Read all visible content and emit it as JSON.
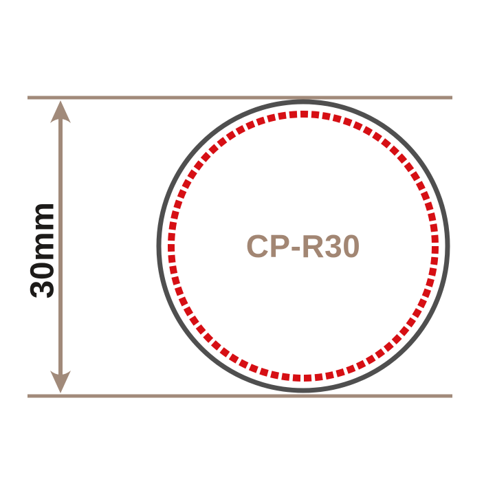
{
  "diagram": {
    "product_code": "CP-R30",
    "dimension_label": "30mm",
    "dimension_orientation": "vertical",
    "description": "Round product outline with dashed sealing ring and 30mm diameter dimension"
  },
  "colors": {
    "background": "#ffffff",
    "tan": "#a18a7a",
    "tan_text": "#a28673",
    "dark_gray": "#4f4f4f",
    "red": "#d60f14",
    "dark_text": "#1d1b19"
  }
}
